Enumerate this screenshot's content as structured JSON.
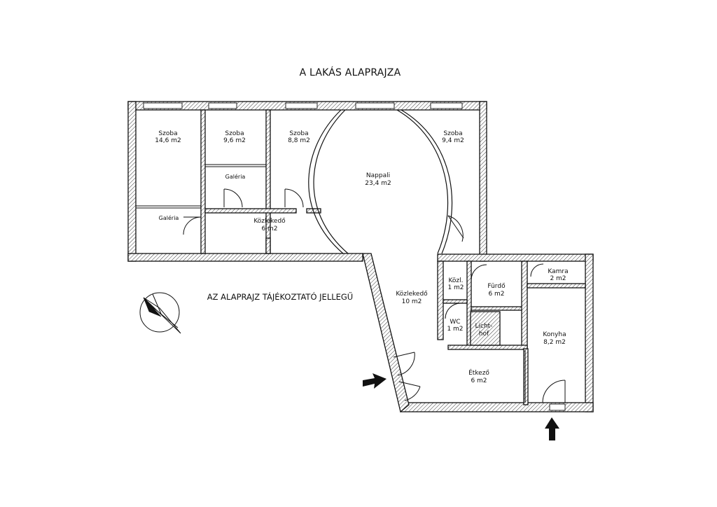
{
  "title": "A LAKÁS ALAPRAJZA",
  "note": "AZ ALAPRAJZ TÁJÉKOZTATÓ JELLEGŰ",
  "rooms": {
    "szoba1": {
      "name": "Szoba",
      "area": "14,6 m2"
    },
    "szoba2": {
      "name": "Szoba",
      "area": "9,6 m2"
    },
    "galeria1": {
      "name": "Galéria"
    },
    "szoba3": {
      "name": "Szoba",
      "area": "8,8 m2"
    },
    "nappali": {
      "name": "Nappali",
      "area": "23,4 m2"
    },
    "szoba4": {
      "name": "Szoba",
      "area": "9,4 m2"
    },
    "galeria2": {
      "name": "Galéria"
    },
    "kozlekedo1": {
      "name": "Közlekedő",
      "area": "6 m2"
    },
    "kozlekedo2": {
      "name": "Közlekedő",
      "area": "10 m2"
    },
    "kozl": {
      "name": "Közl.",
      "area": "1 m2"
    },
    "furdo": {
      "name": "Fürdő",
      "area": "6 m2"
    },
    "kamra": {
      "name": "Kamra",
      "area": "2 m2"
    },
    "wc": {
      "name": "WC",
      "area": "1 m2"
    },
    "lichthof": {
      "name": "Licht-",
      "name2": "hof"
    },
    "konyha": {
      "name": "Konyha",
      "area": "8,2 m2"
    },
    "etkezo": {
      "name": "Étkező",
      "area": "6 m2"
    }
  },
  "icons": {
    "entrance": "arrow-right-icon",
    "kitchen_entrance": "arrow-up-icon",
    "north": "compass-icon"
  }
}
